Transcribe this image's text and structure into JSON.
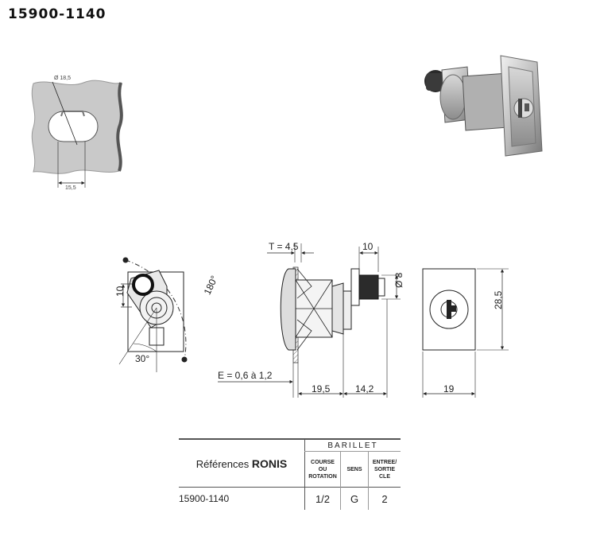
{
  "title": "15900-1140",
  "cutout": {
    "diameter_label": "Ø 18,5",
    "width_label": "15,5"
  },
  "front_view": {
    "height_label": "10",
    "rotation_label": "180°",
    "angle_label": "30°"
  },
  "side_view": {
    "thickness_label": "T = 4,5",
    "cam_width_label": "10",
    "diameter_label": "Ø 8",
    "panel_label": "E = 0,6 à 1,2",
    "body_length_label": "19,5",
    "cam_length_label": "14,2"
  },
  "face_view": {
    "height_label": "28,5",
    "width_label": "19"
  },
  "table": {
    "ref_label_prefix": "Références",
    "ref_label_brand": "RONIS",
    "group_header": "BARILLET",
    "col1_line1": "COURSE",
    "col1_line2": "OU",
    "col1_line3": "ROTATION",
    "col2": "SENS",
    "col3_line1": "ENTREE/",
    "col3_line2": "SORTIE",
    "col3_line3": "CLE",
    "row": {
      "ref": "15900-1140",
      "course": "1/2",
      "sens": "G",
      "entree": "2"
    }
  }
}
